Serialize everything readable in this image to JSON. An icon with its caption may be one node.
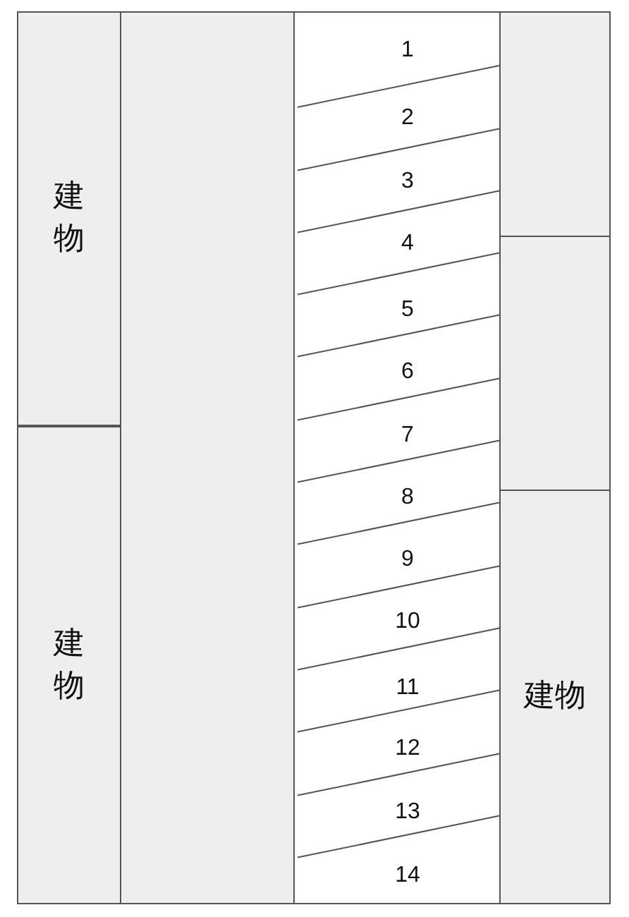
{
  "diagram": {
    "nodes": [
      {
        "text": [
          "建物"
        ]
      },
      {
        "text": [
          "建物"
        ]
      },
      {
        "text": [],
        "shape": "box"
      },
      {
        "text": [],
        "shape": "box"
      },
      {
        "text": [
          "1"
        ],
        "in": 3
      },
      {
        "text": [
          "2"
        ],
        "in": 3
      },
      {
        "text": [
          "3"
        ],
        "in": 3
      },
      {
        "text": [
          "4"
        ],
        "in": 3
      },
      {
        "text": [
          "5"
        ],
        "in": 3
      },
      {
        "text": [
          "6"
        ],
        "in": 3
      },
      {
        "text": [
          "7"
        ],
        "in": 3
      },
      {
        "text": [
          "8"
        ],
        "in": 3
      },
      {
        "text": [
          "9"
        ],
        "in": 3
      },
      {
        "text": [
          "10"
        ],
        "in": 3
      },
      {
        "text": [
          "11"
        ],
        "in": 3
      },
      {
        "text": [
          "12"
        ],
        "in": 3
      },
      {
        "text": [
          "13"
        ],
        "in": 3
      },
      {
        "text": [
          "14"
        ],
        "in": 3
      },
      {
        "text": [],
        "shape": "box"
      },
      {
        "text": [],
        "shape": "box"
      },
      {
        "text": [
          "建物"
        ]
      }
    ]
  }
}
